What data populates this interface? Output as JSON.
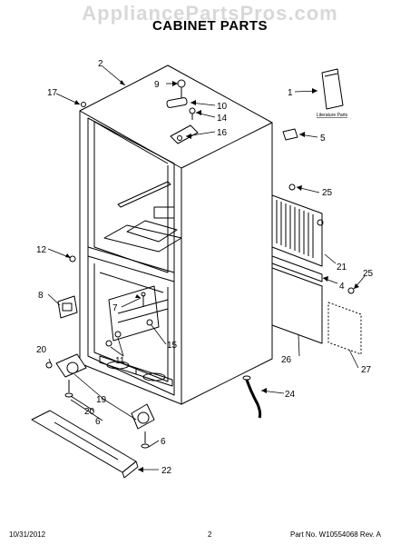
{
  "watermark": "AppliancePartsPros.com",
  "title": "CABINET PARTS",
  "literature_label": "Literature Parts",
  "callouts": {
    "n1": "1",
    "n2": "2",
    "n4": "4",
    "n5": "5",
    "n6a": "6",
    "n6b": "6",
    "n7": "7",
    "n8": "8",
    "n9": "9",
    "n10": "10",
    "n11": "11",
    "n12": "12",
    "n14": "14",
    "n15": "15",
    "n16": "16",
    "n17": "17",
    "n19": "19",
    "n20a": "20",
    "n20b": "20",
    "n21": "21",
    "n22": "22",
    "n24": "24",
    "n25a": "25",
    "n25b": "25",
    "n26": "26",
    "n27": "27"
  },
  "footer": {
    "date": "10/31/2012",
    "page": "2",
    "part_no": "Part No. W10554068  Rev. A"
  }
}
